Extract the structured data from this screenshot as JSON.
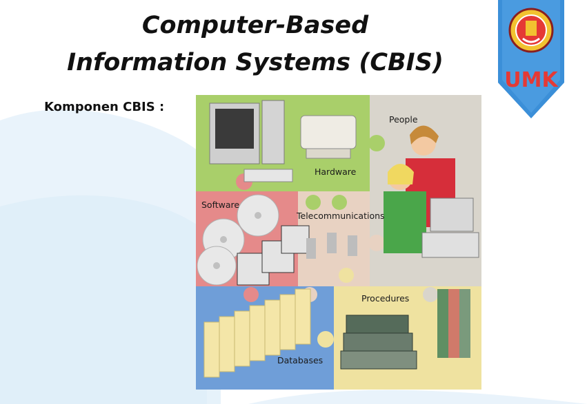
{
  "slide": {
    "title_line1": "Computer-Based",
    "title_line2": "Information Systems (CBIS)",
    "subtitle": "Komponen CBIS :"
  },
  "logo": {
    "text": "UMK",
    "colors": {
      "ribbon": "#3b8fd8",
      "text": "#e53935",
      "seal": "#f2c230"
    }
  },
  "puzzle": {
    "labels": {
      "hardware": "Hardware",
      "people": "People",
      "software": "Software",
      "telecommunications": "Telecommunications",
      "procedures": "Procedures",
      "databases": "Databases"
    },
    "colors": {
      "hardware": "#a9cf6a",
      "people": "#d9d5cc",
      "software": "#e58a8a",
      "telecommunications": "#e8d2c2",
      "databases": "#6f9ed8",
      "procedures": "#efe2a0"
    }
  }
}
